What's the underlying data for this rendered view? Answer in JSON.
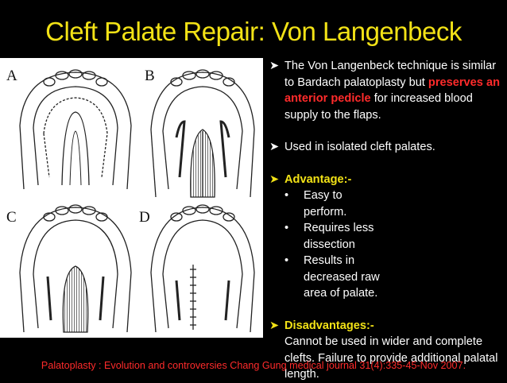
{
  "title": "Cleft Palate Repair: Von Langenbeck",
  "figure": {
    "panel_labels": [
      "A",
      "B",
      "C",
      "D"
    ]
  },
  "bullets": {
    "intro": {
      "part1": "The Von Langenbeck technique is similar to  Bardach palatoplasty but ",
      "highlight": "preserves an  anterior pedicle",
      "part2": " for increased blood supply  to the flaps."
    },
    "isolated": "Used in isolated cleft palates.",
    "advantage_heading": "Advantage:-",
    "advantages": [
      "Easy to perform.",
      "Requires less dissection",
      "Results in decreased raw area of palate."
    ],
    "disadvantage_heading": "Disadvantages:-",
    "disadvantage_text": "Cannot be used in wider and complete clefts.  Failure to provide additional palatal length."
  },
  "citation": "Palatoplasty : Evolution and controversies Chang Gung medical journal 31(4):335-45-Nov 2007.",
  "colors": {
    "background": "#000000",
    "title": "#f2e216",
    "highlight": "#ff2b2b",
    "heading": "#f2e216",
    "text": "#ffffff"
  }
}
